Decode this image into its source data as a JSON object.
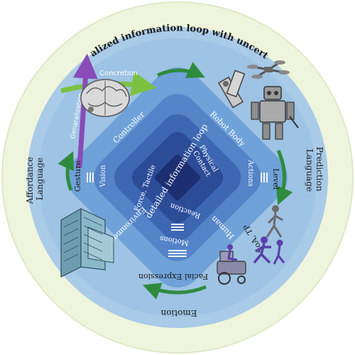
{
  "loop_title": "generalized information loop with uncertainty",
  "center_label": "detailed information loop",
  "left_outer": [
    "Affordance",
    "Language"
  ],
  "right_outer": [
    "Prediction",
    "Language"
  ],
  "bottom_outer": "Emotion",
  "concretion": "Concretion",
  "generalization": "Genaralization",
  "ring_labels": {
    "controller": "Controller",
    "robot_body": "Robot Body",
    "human": "Human",
    "environment": "Environment"
  },
  "inner_labels": {
    "vision": "Vision",
    "force_tactile": "Force, Tactile",
    "physical_contact": [
      "Physical",
      "Contact"
    ],
    "actions": "Actions",
    "reaction": "Reaction",
    "motions": "Motions"
  },
  "channels": {
    "gesture": "Gesture",
    "level": "Level",
    "soa_tp": "SoA, TP",
    "facial_expression": "Facial Expression"
  },
  "colors": {
    "outer_ring": "#eef5dc",
    "disc": "#a9cbe8",
    "mid_square": "#5f98d2",
    "inner_square_1": "#3f6db7",
    "inner_square_2": "#2b4d9a",
    "core_square": "#1d2f72",
    "green_arrow": "#2e8b3e",
    "purple_arrow": "#8a4cb8"
  },
  "icons": [
    "brain-icon",
    "robot-arm-icon",
    "robot-icon",
    "drone-icon",
    "human-figures-icon",
    "wheelchair-icon",
    "building-icon"
  ]
}
